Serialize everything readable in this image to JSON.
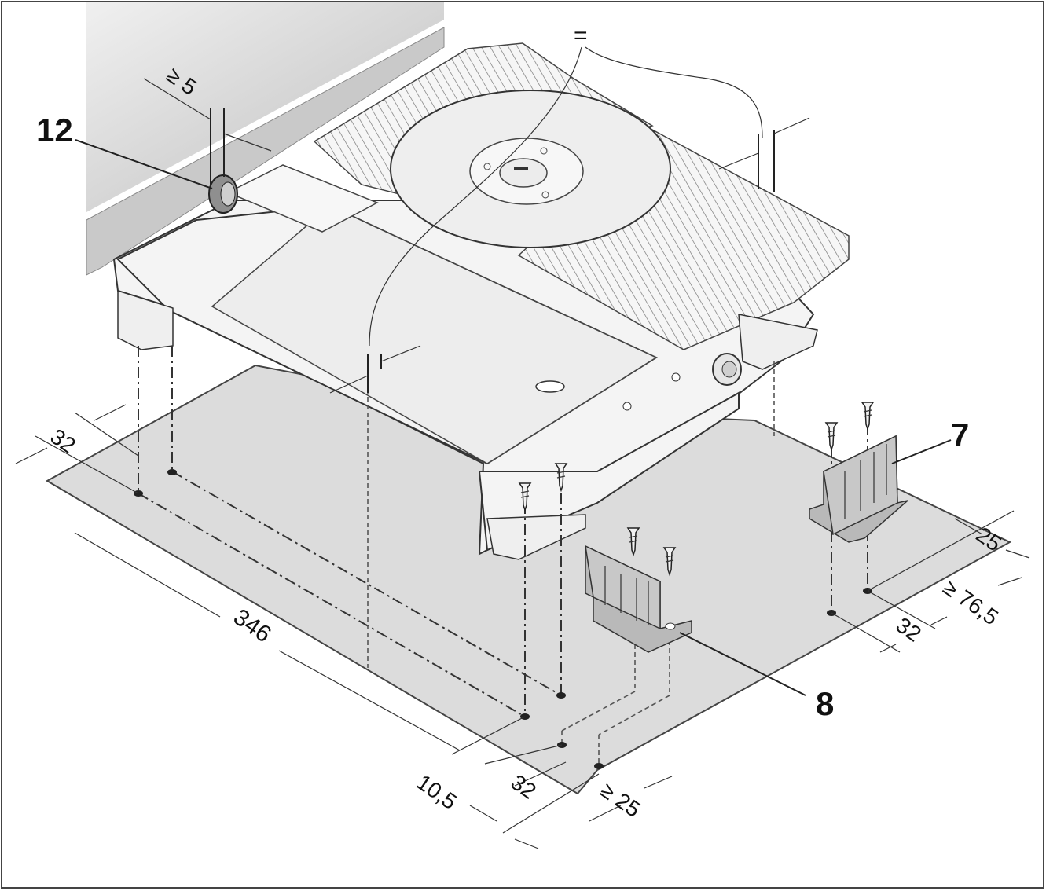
{
  "callouts": {
    "c12": "12",
    "c7": "7",
    "c8": "8"
  },
  "dimensions": {
    "equal_sign": "=",
    "gap_min5": "≥ 5",
    "d32_left": "32",
    "d346": "346",
    "d10_5": "10,5",
    "d32_bottom": "32",
    "d25_min": "≥ 25",
    "d25_right": "25",
    "d76_5": "≥ 76,5",
    "d32_right": "32"
  },
  "colors": {
    "floor": "#dcdcdc",
    "wall": "#d4d4d4",
    "bracket": "#b9b9b9",
    "line": "#222222"
  }
}
